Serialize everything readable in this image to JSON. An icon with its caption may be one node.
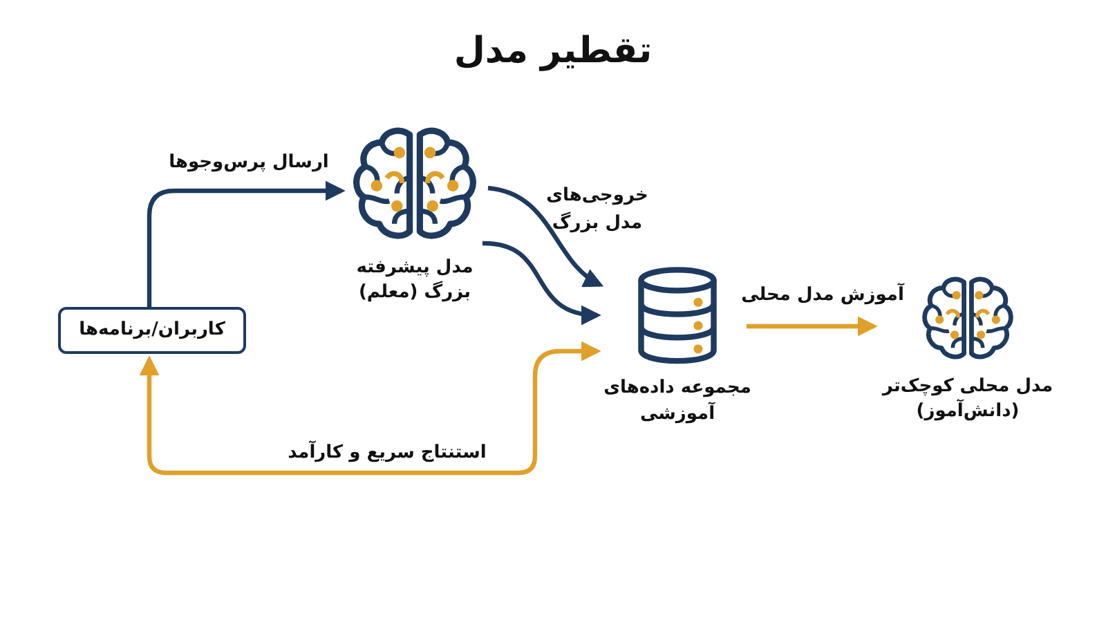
{
  "diagram": {
    "title": "تقطیر مدل",
    "nodes": [
      {
        "text": [
          "کاربران/برنامه‌ها"
        ]
      },
      {
        "text": [
          "مدل پیشرفته بزرگ (معلم)"
        ]
      },
      {
        "text": [
          "مجموعه داده‌های آموزشی"
        ]
      },
      {
        "text": [
          "مدل محلی کوچک‌تر (دانش‌آموز)"
        ]
      }
    ],
    "edges": [
      {
        "from": 0,
        "to": 1,
        "arrow": "to",
        "label": "ارسال پرس‌وجوها"
      },
      {
        "from": 1,
        "to": 2,
        "arrow": "to",
        "label": "خروجی‌های مدل بزرگ"
      },
      {
        "from": 1,
        "to": 2,
        "arrow": "to"
      },
      {
        "from": 2,
        "to": 0,
        "arrow": "both",
        "label": "استنتاج سریع و کارآمد",
        "color": "#e0a02a"
      },
      {
        "from": 2,
        "to": 3,
        "arrow": "to",
        "label": "آموزش مدل محلی",
        "color": "#e0a02a"
      }
    ]
  }
}
